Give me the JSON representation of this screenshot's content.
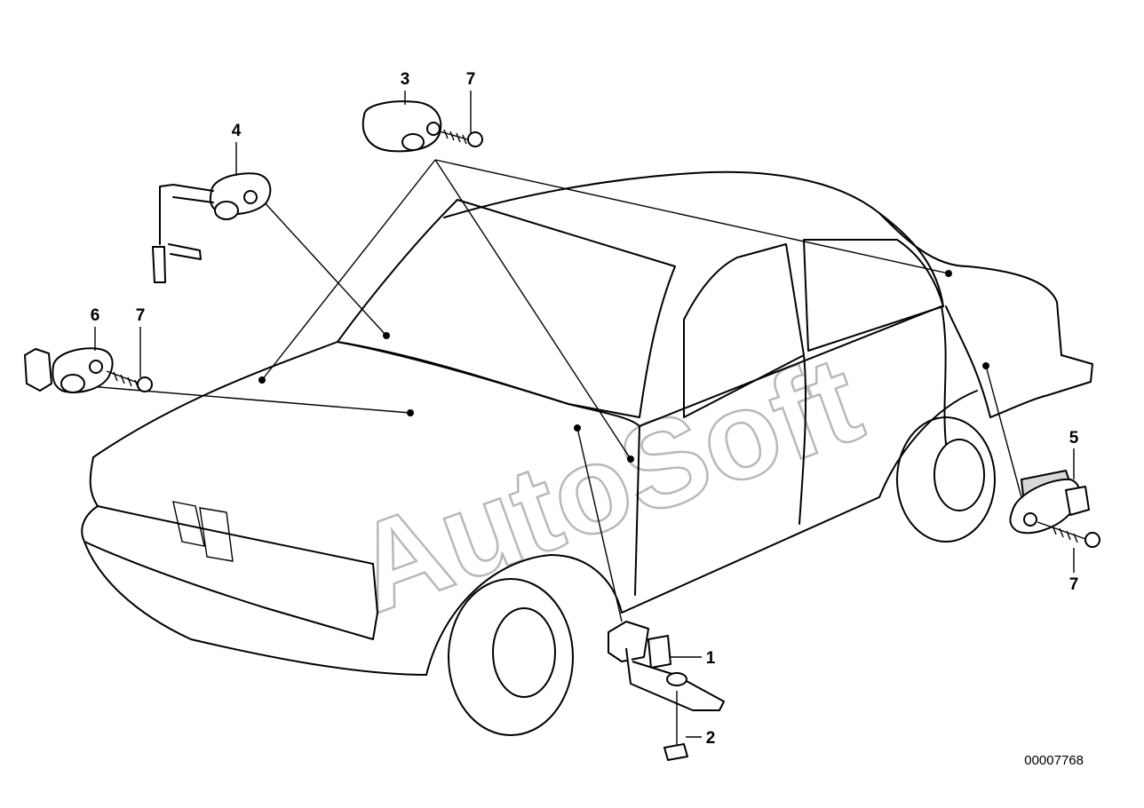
{
  "diagram": {
    "callouts": [
      "1",
      "2",
      "3",
      "4",
      "5",
      "6",
      "7"
    ],
    "document_number": "00007768",
    "watermark": "AutoSoft"
  }
}
